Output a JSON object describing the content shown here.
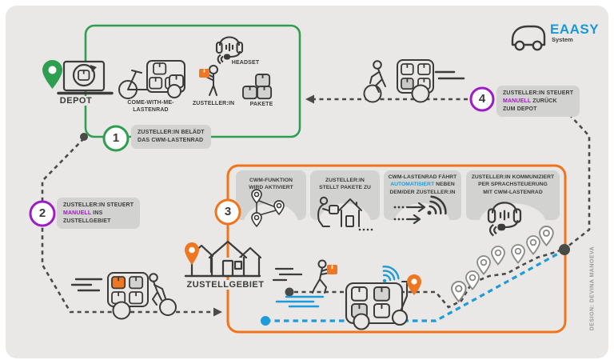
{
  "colors": {
    "background": "#e9e8e6",
    "green": "#2f9e50",
    "orange": "#f0741c",
    "purple": "#9e1cc3",
    "blue": "#1e9cd8",
    "dark_text": "#3b3b39",
    "panel_gray": "#d2d2d0",
    "pin_gray": "#8a8a88"
  },
  "logo": {
    "title": "EAASY",
    "subtitle": "System"
  },
  "depot": {
    "label": "DEPOT"
  },
  "green_box": {
    "cwm_line1": "COME-WITH-ME-",
    "cwm_line2": "LASTENRAD",
    "zusteller_label": "ZUSTELLER:IN",
    "headset_label": "HEADSET",
    "pakete_label": "PAKETE"
  },
  "zustellgebiet": {
    "label": "ZUSTELLGEBIET"
  },
  "steps": {
    "s1": {
      "number": "1",
      "line1": "ZUSTELLER:IN BELÄDT",
      "line2": "DAS CWM-LASTENRAD"
    },
    "s2": {
      "number": "2",
      "line1": "ZUSTELLER:IN STEUERT",
      "highlight": "MANUELL",
      "line2_rest": "INS",
      "line3": "ZUSTELLGEBIET"
    },
    "s3": {
      "number": "3"
    },
    "s4": {
      "number": "4",
      "line1": "ZUSTELLER:IN STEUERT",
      "highlight": "MANUELL",
      "line2_rest": "ZURÜCK",
      "line3": "ZUM DEPOT"
    }
  },
  "panels": {
    "p1": {
      "line1": "CWM-FUNKTION",
      "line2": "WIRD AKTIVIERT"
    },
    "p2": {
      "line1": "ZUSTELLER:IN",
      "line2": "STELLT PAKETE ZU"
    },
    "p3": {
      "line1": "CWM-LASTENRAD FÄHRT",
      "highlight": "AUTOMATISIERT",
      "line2_rest": "NEBEN",
      "line3": "DEM/DER ZUSTELLER:IN"
    },
    "p4": {
      "line1": "ZUSTELLER:IN KOMMUNIZIERT",
      "line2": "PER SPRACHSTEUERUNG",
      "line3": "MIT CWM-LASTENRAD"
    }
  },
  "credit": "DESIGN: DEVINA MANOEVA"
}
